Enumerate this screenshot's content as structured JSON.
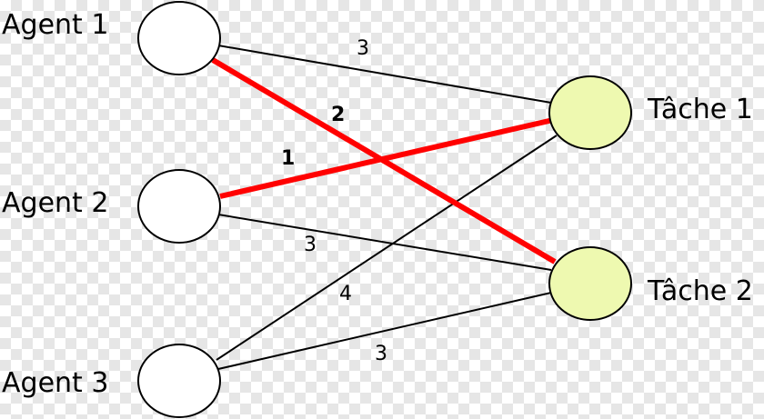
{
  "agents": [
    {
      "label": "Agent 1"
    },
    {
      "label": "Agent 2"
    },
    {
      "label": "Agent 3"
    }
  ],
  "tasks": [
    {
      "label": "Tâche 1"
    },
    {
      "label": "Tâche 2"
    }
  ],
  "edges": [
    {
      "from": "Agent 1",
      "to": "Tâche 1",
      "weight": "3",
      "selected": false
    },
    {
      "from": "Agent 1",
      "to": "Tâche 2",
      "weight": "2",
      "selected": true
    },
    {
      "from": "Agent 2",
      "to": "Tâche 1",
      "weight": "1",
      "selected": true
    },
    {
      "from": "Agent 2",
      "to": "Tâche 2",
      "weight": "3",
      "selected": false
    },
    {
      "from": "Agent 3",
      "to": "Tâche 1",
      "weight": "4",
      "selected": false
    },
    {
      "from": "Agent 3",
      "to": "Tâche 2",
      "weight": "3",
      "selected": false
    }
  ],
  "colors": {
    "agent_fill": "#ffffff",
    "task_fill": "#eef9b0",
    "edge": "#000000",
    "selected_edge": "#ff0000"
  }
}
